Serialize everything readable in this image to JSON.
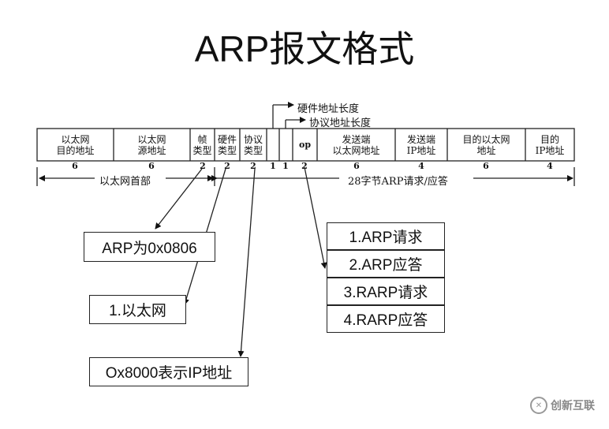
{
  "title": "ARP报文格式",
  "fields": [
    {
      "label": "以太网\n目的地址",
      "size": "6"
    },
    {
      "label": "以太网\n源地址",
      "size": "6"
    },
    {
      "label": "帧\n类型",
      "size": "2"
    },
    {
      "label": "硬件\n类型",
      "size": "2"
    },
    {
      "label": "协议\n类型",
      "size": "2"
    },
    {
      "label": "",
      "size": "1"
    },
    {
      "label": "",
      "size": "1"
    },
    {
      "label": "op",
      "size": "2"
    },
    {
      "label": "发送端\n以太网地址",
      "size": "6"
    },
    {
      "label": "发送端\nIP地址",
      "size": "4"
    },
    {
      "label": "目的以太网\n地址",
      "size": "6"
    },
    {
      "label": "目的\nIP地址",
      "size": "4"
    }
  ],
  "annotations": {
    "hw_len": "硬件地址长度",
    "proto_len": "协议地址长度",
    "eth_header": "以太网首部",
    "arp_body": "28字节ARP请求/应答"
  },
  "boxes": {
    "frame_type": "ARP为0x0806",
    "hw_type": "1.以太网",
    "proto_type": "Ox8000表示IP地址"
  },
  "op_values": [
    "1.ARP请求",
    "2.ARP应答",
    "3.RARP请求",
    "4.RARP应答"
  ],
  "watermark": "创新互联"
}
